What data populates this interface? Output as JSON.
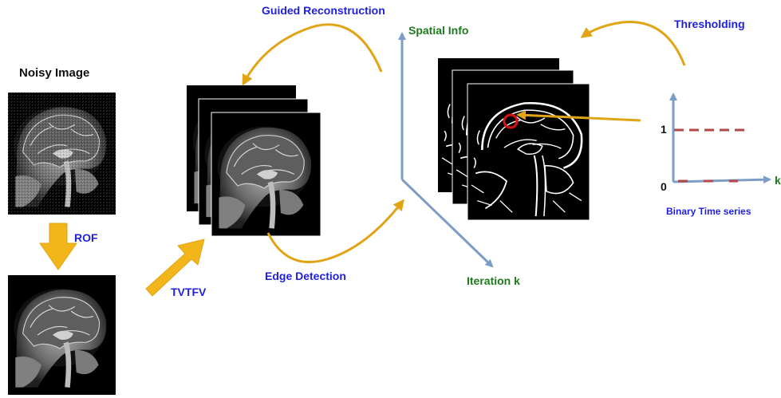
{
  "labels": {
    "noisy_image": "Noisy Image",
    "rof": "ROF",
    "tvtfv": "TVTFV",
    "guided_reconstruction": "Guided Reconstruction",
    "edge_detection": "Edge Detection",
    "spatial_info": "Spatial Info",
    "iteration_k": "Iteration k",
    "thresholding": "Thresholding",
    "binary_time_series": "Binary Time series"
  },
  "binary_plot": {
    "y_tick_1": "1",
    "y_tick_0": "0",
    "x_axis_label": "k"
  },
  "colors": {
    "arrow_orange": "#e0a414",
    "axis_blue": "#7d9cc6",
    "dash_red": "#b04a4a",
    "marker_red": "#d91010",
    "label_blue": "#1f1fe0",
    "label_green": "#1e7a1e"
  }
}
